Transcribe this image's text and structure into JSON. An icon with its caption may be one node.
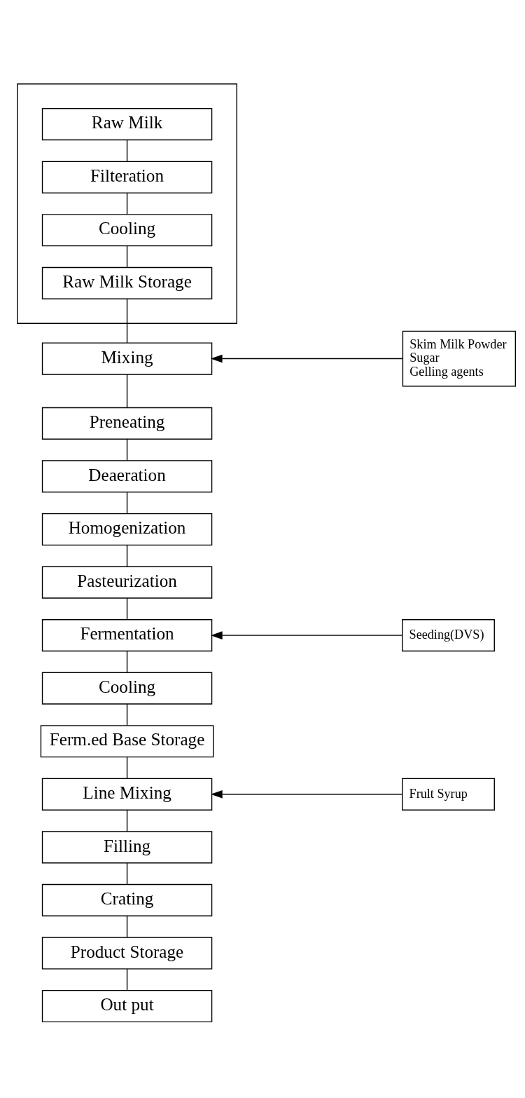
{
  "diagram": {
    "nodes": [
      {
        "text": [],
        "shape": "box"
      },
      {
        "text": [
          "Raw Milk"
        ],
        "in": 0
      },
      {
        "text": [
          "Filteration"
        ],
        "in": 0
      },
      {
        "text": [
          "Cooling"
        ],
        "in": 0
      },
      {
        "text": [
          "Raw Milk Storage"
        ],
        "in": 0
      },
      {
        "text": [
          "Mixing"
        ]
      },
      {
        "text": [
          "Skim Milk Powder",
          "Sugar",
          "Gelling agents"
        ]
      },
      {
        "text": [
          "Preneating"
        ]
      },
      {
        "text": [
          "Deaeration"
        ]
      },
      {
        "text": [
          "Homogenization"
        ]
      },
      {
        "text": [
          "Pasteurization"
        ]
      },
      {
        "text": [
          "Fermentation"
        ]
      },
      {
        "text": [
          "Seeding(DVS)"
        ]
      },
      {
        "text": [
          "Cooling"
        ]
      },
      {
        "text": [
          "Ferm.ed Base Storage"
        ]
      },
      {
        "text": [
          "Line Mixing"
        ]
      },
      {
        "text": [
          "Frult Syrup"
        ]
      },
      {
        "text": [
          "Filling"
        ]
      },
      {
        "text": [
          "Crating"
        ]
      },
      {
        "text": [
          "Product Storage"
        ]
      },
      {
        "text": [
          "Out put"
        ]
      }
    ],
    "edges": [
      {
        "from": 1,
        "to": 2,
        "arrow": "none"
      },
      {
        "from": 2,
        "to": 3,
        "arrow": "none"
      },
      {
        "from": 3,
        "to": 4,
        "arrow": "none"
      },
      {
        "from": 4,
        "to": 5,
        "arrow": "none"
      },
      {
        "from": 6,
        "to": 5,
        "arrow": "to"
      },
      {
        "from": 5,
        "to": 7,
        "arrow": "none"
      },
      {
        "from": 7,
        "to": 8,
        "arrow": "none"
      },
      {
        "from": 8,
        "to": 9,
        "arrow": "none"
      },
      {
        "from": 9,
        "to": 10,
        "arrow": "none"
      },
      {
        "from": 10,
        "to": 11,
        "arrow": "none"
      },
      {
        "from": 12,
        "to": 11,
        "arrow": "to"
      },
      {
        "from": 11,
        "to": 13,
        "arrow": "none"
      },
      {
        "from": 13,
        "to": 14,
        "arrow": "none"
      },
      {
        "from": 14,
        "to": 15,
        "arrow": "none"
      },
      {
        "from": 16,
        "to": 15,
        "arrow": "to"
      },
      {
        "from": 15,
        "to": 17,
        "arrow": "none"
      },
      {
        "from": 17,
        "to": 18,
        "arrow": "none"
      },
      {
        "from": 18,
        "to": 19,
        "arrow": "none"
      },
      {
        "from": 19,
        "to": 20,
        "arrow": "none"
      }
    ]
  }
}
